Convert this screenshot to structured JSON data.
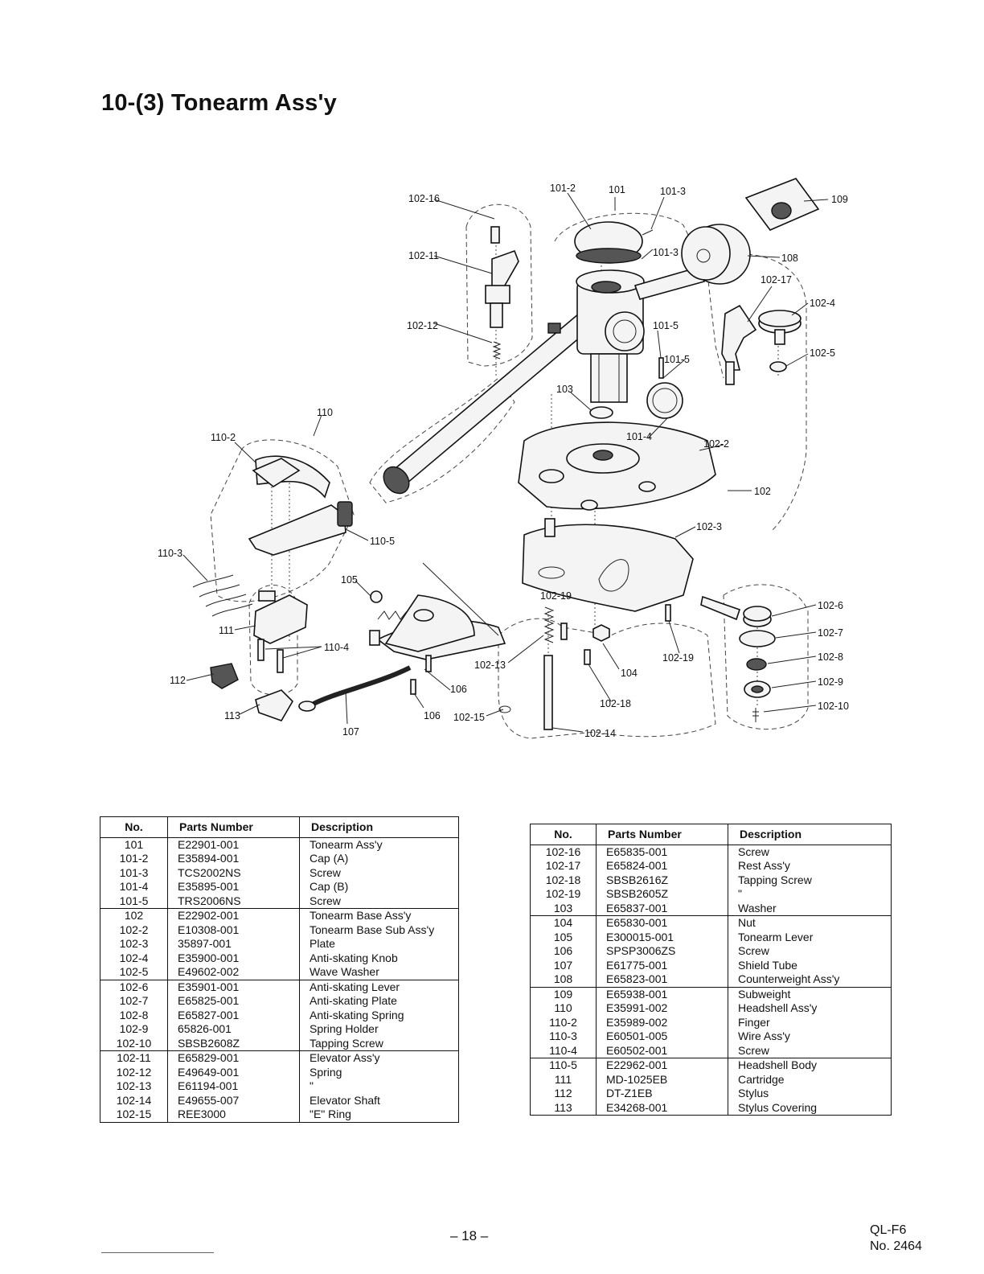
{
  "title": "10-(3) Tonearm Ass'y",
  "diagram": {
    "callouts": {
      "c101_2": "101-2",
      "c101": "101",
      "c101_3a": "101-3",
      "c101_3b": "101-3",
      "c101_5a": "101-5",
      "c101_5b": "101-5",
      "c101_4": "101-4",
      "c102_16": "102-16",
      "c102_11": "102-11",
      "c102_12": "102-12",
      "c109": "109",
      "c108": "108",
      "c102_17": "102-17",
      "c102_4": "102-4",
      "c102_5": "102-5",
      "c103": "103",
      "c102_2": "102-2",
      "c102": "102",
      "c102_3": "102-3",
      "c110": "110",
      "c110_2": "110-2",
      "c110_5": "110-5",
      "c110_3": "110-3",
      "c105": "105",
      "c102_19a": "102-19",
      "c102_19b": "102-19",
      "c102_6": "102-6",
      "c102_7": "102-7",
      "c102_8": "102-8",
      "c102_9": "102-9",
      "c102_10": "102-10",
      "c111": "111",
      "c110_4": "110-4",
      "c112": "112",
      "c113": "113",
      "c107": "107",
      "c106a": "106",
      "c106b": "106",
      "c102_15": "102-15",
      "c102_13": "102-13",
      "c104": "104",
      "c102_18": "102-18",
      "c102_14": "102-14"
    }
  },
  "table_left": {
    "headers": [
      "No.",
      "Parts Number",
      "Description"
    ],
    "groups": [
      [
        [
          "101",
          "E22901-001",
          "Tonearm Ass'y"
        ],
        [
          "101-2",
          "E35894-001",
          "Cap (A)"
        ],
        [
          "101-3",
          "TCS2002NS",
          "Screw"
        ],
        [
          "101-4",
          "E35895-001",
          "Cap (B)"
        ],
        [
          "101-5",
          "TRS2006NS",
          "Screw"
        ]
      ],
      [
        [
          "102",
          "E22902-001",
          "Tonearm Base Ass'y"
        ],
        [
          "102-2",
          "E10308-001",
          "Tonearm Base Sub Ass'y"
        ],
        [
          "102-3",
          "35897-001",
          "Plate"
        ],
        [
          "102-4",
          "E35900-001",
          "Anti-skating Knob"
        ],
        [
          "102-5",
          "E49602-002",
          "Wave Washer"
        ]
      ],
      [
        [
          "102-6",
          "E35901-001",
          "Anti-skating Lever"
        ],
        [
          "102-7",
          "E65825-001",
          "Anti-skating Plate"
        ],
        [
          "102-8",
          "E65827-001",
          "Anti-skating Spring"
        ],
        [
          "102-9",
          "65826-001",
          "Spring Holder"
        ],
        [
          "102-10",
          "SBSB2608Z",
          "Tapping Screw"
        ]
      ],
      [
        [
          "102-11",
          "E65829-001",
          "Elevator Ass'y"
        ],
        [
          "102-12",
          "E49649-001",
          "Spring"
        ],
        [
          "102-13",
          "E61194-001",
          "\""
        ],
        [
          "102-14",
          "E49655-007",
          "Elevator Shaft"
        ],
        [
          "102-15",
          "REE3000",
          "\"E\" Ring"
        ]
      ]
    ]
  },
  "table_right": {
    "headers": [
      "No.",
      "Parts Number",
      "Description"
    ],
    "groups": [
      [
        [
          "102-16",
          "E65835-001",
          "Screw"
        ],
        [
          "102-17",
          "E65824-001",
          "Rest Ass'y"
        ],
        [
          "102-18",
          "SBSB2616Z",
          "Tapping Screw"
        ],
        [
          "102-19",
          "SBSB2605Z",
          "\""
        ],
        [
          "103",
          "E65837-001",
          "Washer"
        ]
      ],
      [
        [
          "104",
          "E65830-001",
          "Nut"
        ],
        [
          "105",
          "E300015-001",
          "Tonearm Lever"
        ],
        [
          "106",
          "SPSP3006ZS",
          "Screw"
        ],
        [
          "107",
          "E61775-001",
          "Shield Tube"
        ],
        [
          "108",
          "E65823-001",
          "Counterweight Ass'y"
        ]
      ],
      [
        [
          "109",
          "E65938-001",
          "Subweight"
        ],
        [
          "110",
          "E35991-002",
          "Headshell Ass'y"
        ],
        [
          "110-2",
          "E35989-002",
          "Finger"
        ],
        [
          "110-3",
          "E60501-005",
          "Wire Ass'y"
        ],
        [
          "110-4",
          "E60502-001",
          "Screw"
        ]
      ],
      [
        [
          "110-5",
          "E22962-001",
          "Headshell Body"
        ],
        [
          "111",
          "MD-1025EB",
          "Cartridge"
        ],
        [
          "112",
          "DT-Z1EB",
          "Stylus"
        ],
        [
          "113",
          "E34268-001",
          "Stylus Covering"
        ]
      ]
    ]
  },
  "footer": {
    "page_number": "– 18 –",
    "model": "QL-F6",
    "doc_no": "No. 2464"
  }
}
